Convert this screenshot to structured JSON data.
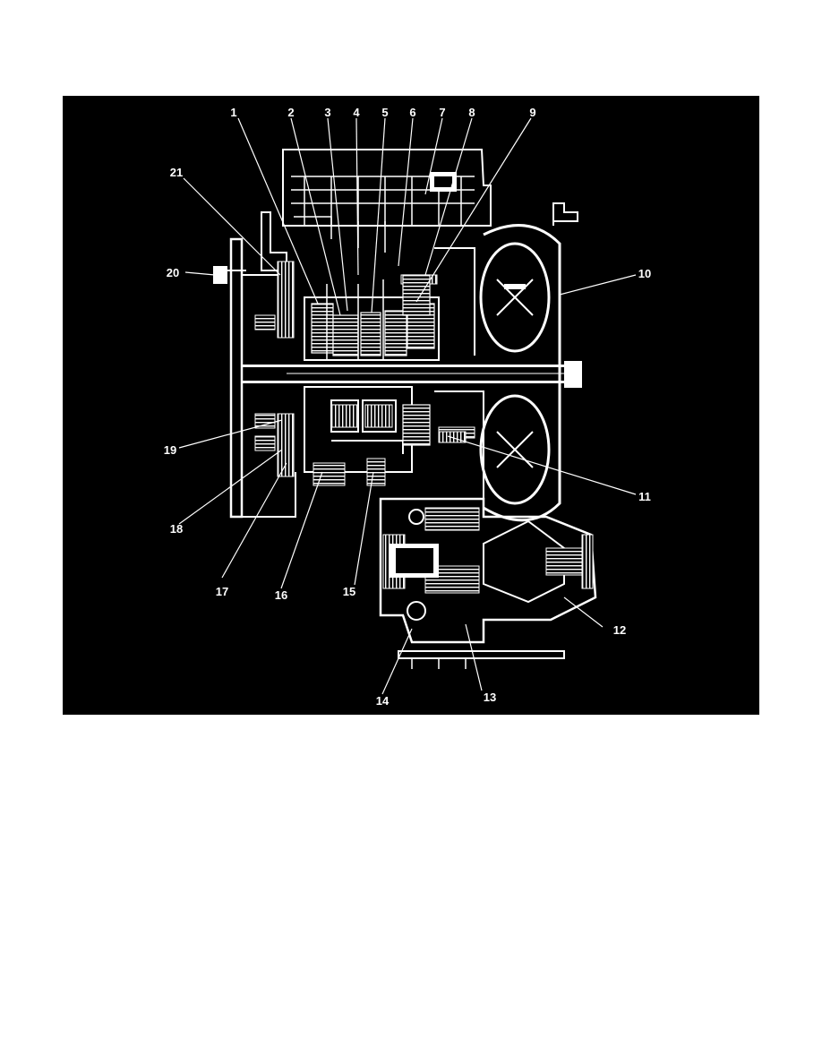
{
  "figure": {
    "subject": "transmission-cross-section",
    "colors": {
      "background": "#000000",
      "lines": "#ffffff",
      "page": "#ffffff"
    },
    "callouts": [
      {
        "id": "c1",
        "label": "1"
      },
      {
        "id": "c2",
        "label": "2"
      },
      {
        "id": "c3",
        "label": "3"
      },
      {
        "id": "c4",
        "label": "4"
      },
      {
        "id": "c5",
        "label": "5"
      },
      {
        "id": "c6",
        "label": "6"
      },
      {
        "id": "c7",
        "label": "7"
      },
      {
        "id": "c8",
        "label": "8"
      },
      {
        "id": "c9",
        "label": "9"
      },
      {
        "id": "c10",
        "label": "10"
      },
      {
        "id": "c11",
        "label": "11"
      },
      {
        "id": "c12",
        "label": "12"
      },
      {
        "id": "c13",
        "label": "13"
      },
      {
        "id": "c14",
        "label": "14"
      },
      {
        "id": "c15",
        "label": "15"
      },
      {
        "id": "c16",
        "label": "16"
      },
      {
        "id": "c17",
        "label": "17"
      },
      {
        "id": "c18",
        "label": "18"
      },
      {
        "id": "c19",
        "label": "19"
      },
      {
        "id": "c20",
        "label": "20"
      },
      {
        "id": "c21",
        "label": "21"
      }
    ]
  }
}
